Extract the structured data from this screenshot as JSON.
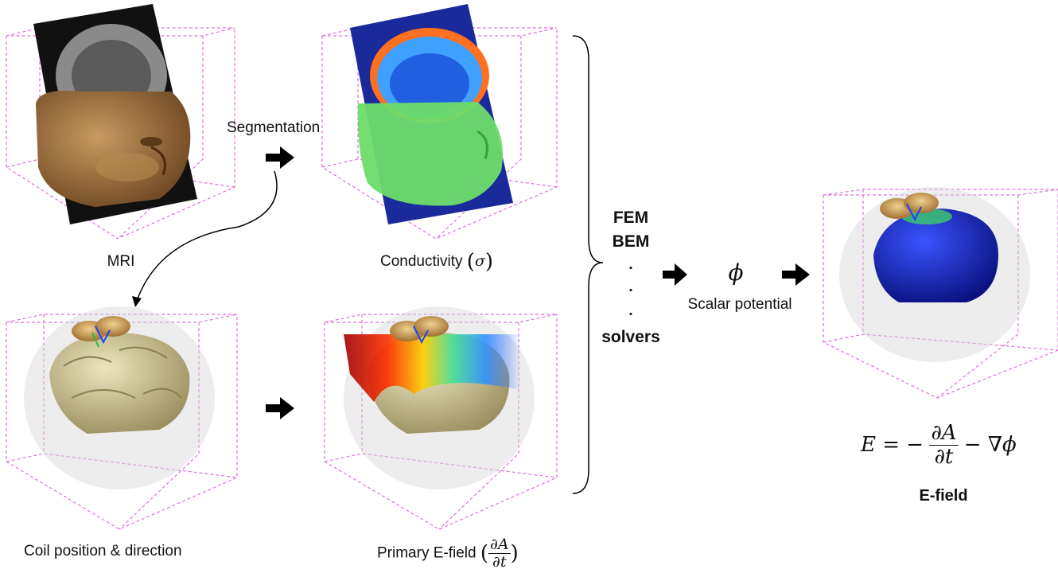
{
  "labels": {
    "mri": "MRI",
    "segmentation": "Segmentation",
    "conductivity": "Conductivity",
    "sigma": "σ",
    "coil": "Coil position & direction",
    "primary": "Primary E-field",
    "primary_num": "∂A",
    "primary_den": "∂t",
    "fem": "FEM",
    "bem": "BEM",
    "dot": ".",
    "solvers": "solvers",
    "phi": "ϕ",
    "scalar": "Scalar potential",
    "eq_lhs": "E = −",
    "eq_num": "∂A",
    "eq_den": "∂t",
    "eq_rhs": "− ∇ϕ",
    "efield": "E-field"
  },
  "colors": {
    "box_lines": "#e070e0",
    "skin": "#a87842",
    "brain": "#d8d0a0",
    "conductivity_bg": "#1a2a9a",
    "conductivity_head": "#6edc6a",
    "efield_brain": "#1a2ad0",
    "coil": "#c8a060"
  },
  "icons": [
    "arrow-right-icon",
    "curved-arrow-icon",
    "brace-icon"
  ]
}
